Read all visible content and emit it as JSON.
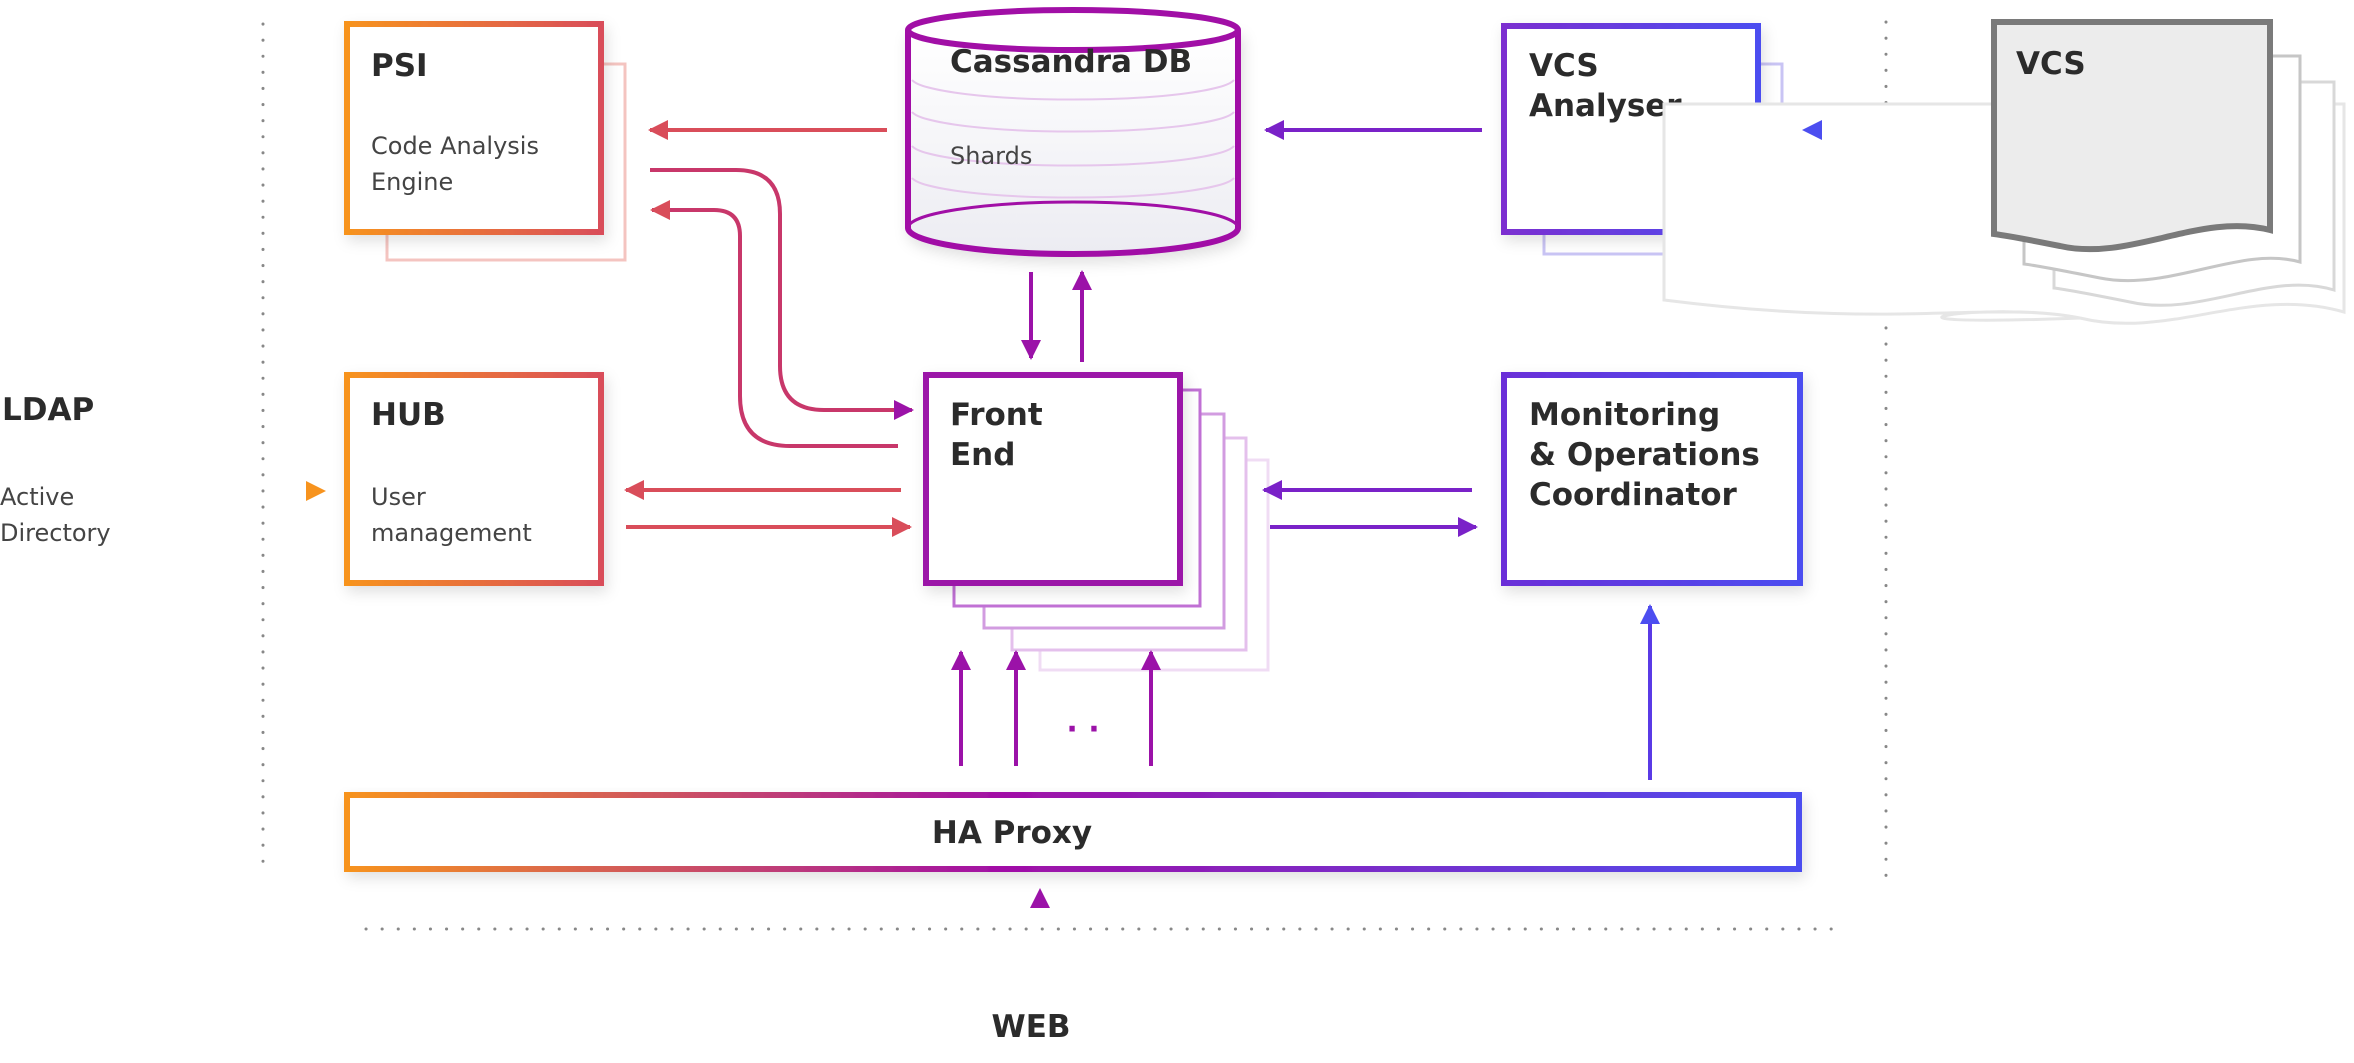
{
  "colors": {
    "orange": "#f7931e",
    "red": "#d94d5a",
    "magenta": "#9b12a8",
    "violet": "#6a2fd8",
    "blue": "#4c4ef0",
    "gray": "#7a7a7a"
  },
  "nodes": {
    "psi": {
      "title": "PSI",
      "subtitle_1": "Code Analysis",
      "subtitle_2": "Engine"
    },
    "cassandra": {
      "title": "Cassandra DB",
      "subtitle": "Shards"
    },
    "vcs_analyser": {
      "title_1": "VCS",
      "title_2": "Analyser"
    },
    "vcs": {
      "title": "VCS"
    },
    "hub": {
      "title": "HUB",
      "subtitle_1": "User",
      "subtitle_2": "management"
    },
    "front_end": {
      "title_1": "Front",
      "title_2": "End"
    },
    "monitoring": {
      "title_1": "Monitoring",
      "title_2": "& Operations",
      "title_3": "Coordinator"
    },
    "ha_proxy": {
      "title": "HA Proxy"
    }
  },
  "external": {
    "ldap": {
      "title": "LDAP",
      "subtitle_1": "Active",
      "subtitle_2": "Directory"
    },
    "web": {
      "title": "WEB"
    }
  },
  "ellipsis": "· ·"
}
